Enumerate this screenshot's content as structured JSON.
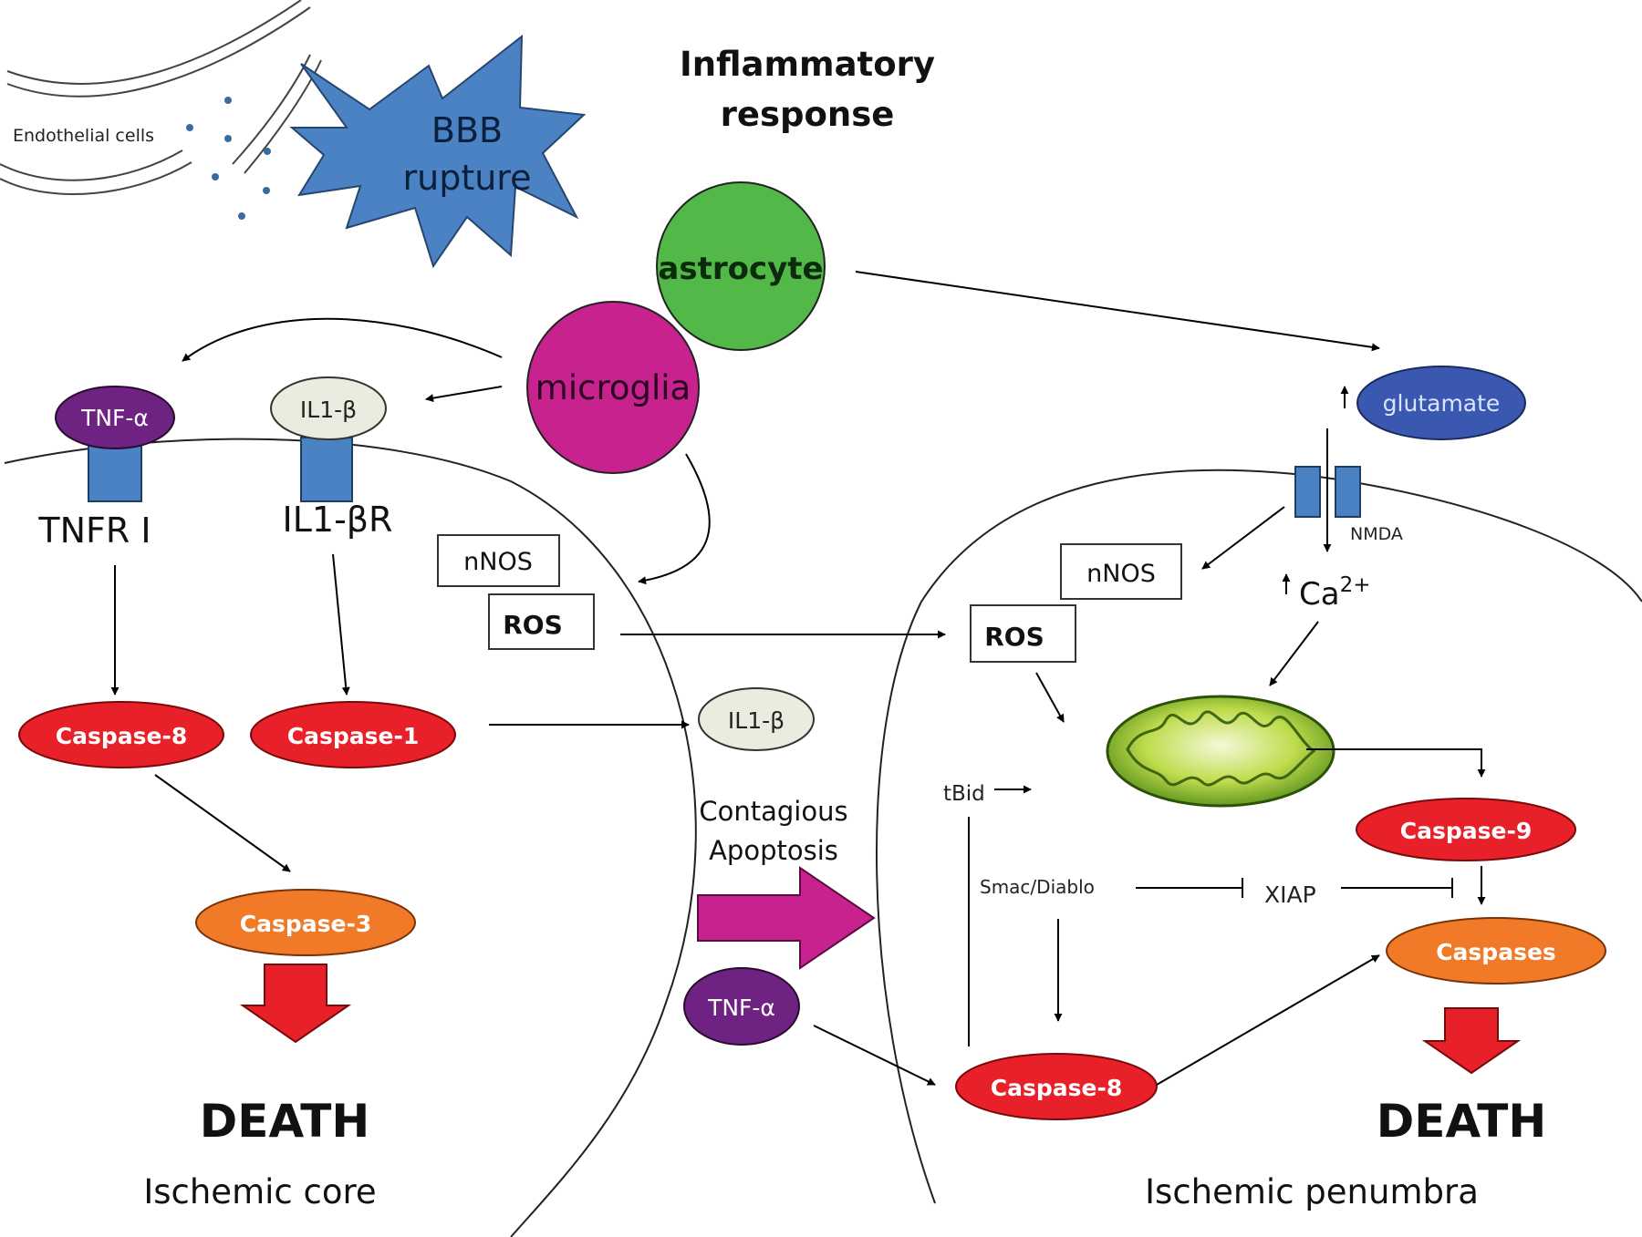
{
  "bbb": {
    "endothelial_label": "Endothelial cells",
    "rupture_line1": "BBB",
    "rupture_line2": "rupture"
  },
  "inflammatory": {
    "line1": "Inflammatory",
    "line2": "response"
  },
  "cells": {
    "astrocyte": "astrocyte",
    "microglia": "microglia"
  },
  "core": {
    "tnf_alpha": "TNF-α",
    "il1b": "IL1-β",
    "tnfr": "TNFR I",
    "il1br": "IL1-βR",
    "nnos": "nNOS",
    "ros": "ROS",
    "caspase8": "Caspase-8",
    "caspase1": "Caspase-1",
    "caspase3": "Caspase-3",
    "il1b_released": "IL1-β",
    "death": "DEATH",
    "region": "Ischemic core"
  },
  "middle": {
    "contagious_line1": "Contagious",
    "contagious_line2": "Apoptosis",
    "tnf_alpha": "TNF-α"
  },
  "penumbra": {
    "glutamate": "glutamate",
    "nmda": "NMDA",
    "calcium_base": "Ca",
    "calcium_sup": "2+",
    "nnos": "nNOS",
    "ros": "ROS",
    "tbid": "tBid",
    "smac": "Smac/Diablo",
    "xiap": "XIAP",
    "caspase9": "Caspase-9",
    "caspases": "Caspases",
    "caspase8": "Caspase-8",
    "death": "DEATH",
    "region": "Ischemic penumbra"
  },
  "colors": {
    "bbb_star": "#4a82c4",
    "astrocyte": "#52b848",
    "microglia": "#c8228e",
    "caspase_red": "#e8202a",
    "caspase_orange": "#f07a28",
    "tnf_purple": "#6e2281",
    "il1b_fill": "#ecebe0",
    "glutamate": "#3a58b0",
    "receptor_blue": "#4a82c4",
    "contagious_arrow": "#c8228e",
    "death_arrow": "#e8202a",
    "mitochondrion": "#5f8e1c"
  }
}
